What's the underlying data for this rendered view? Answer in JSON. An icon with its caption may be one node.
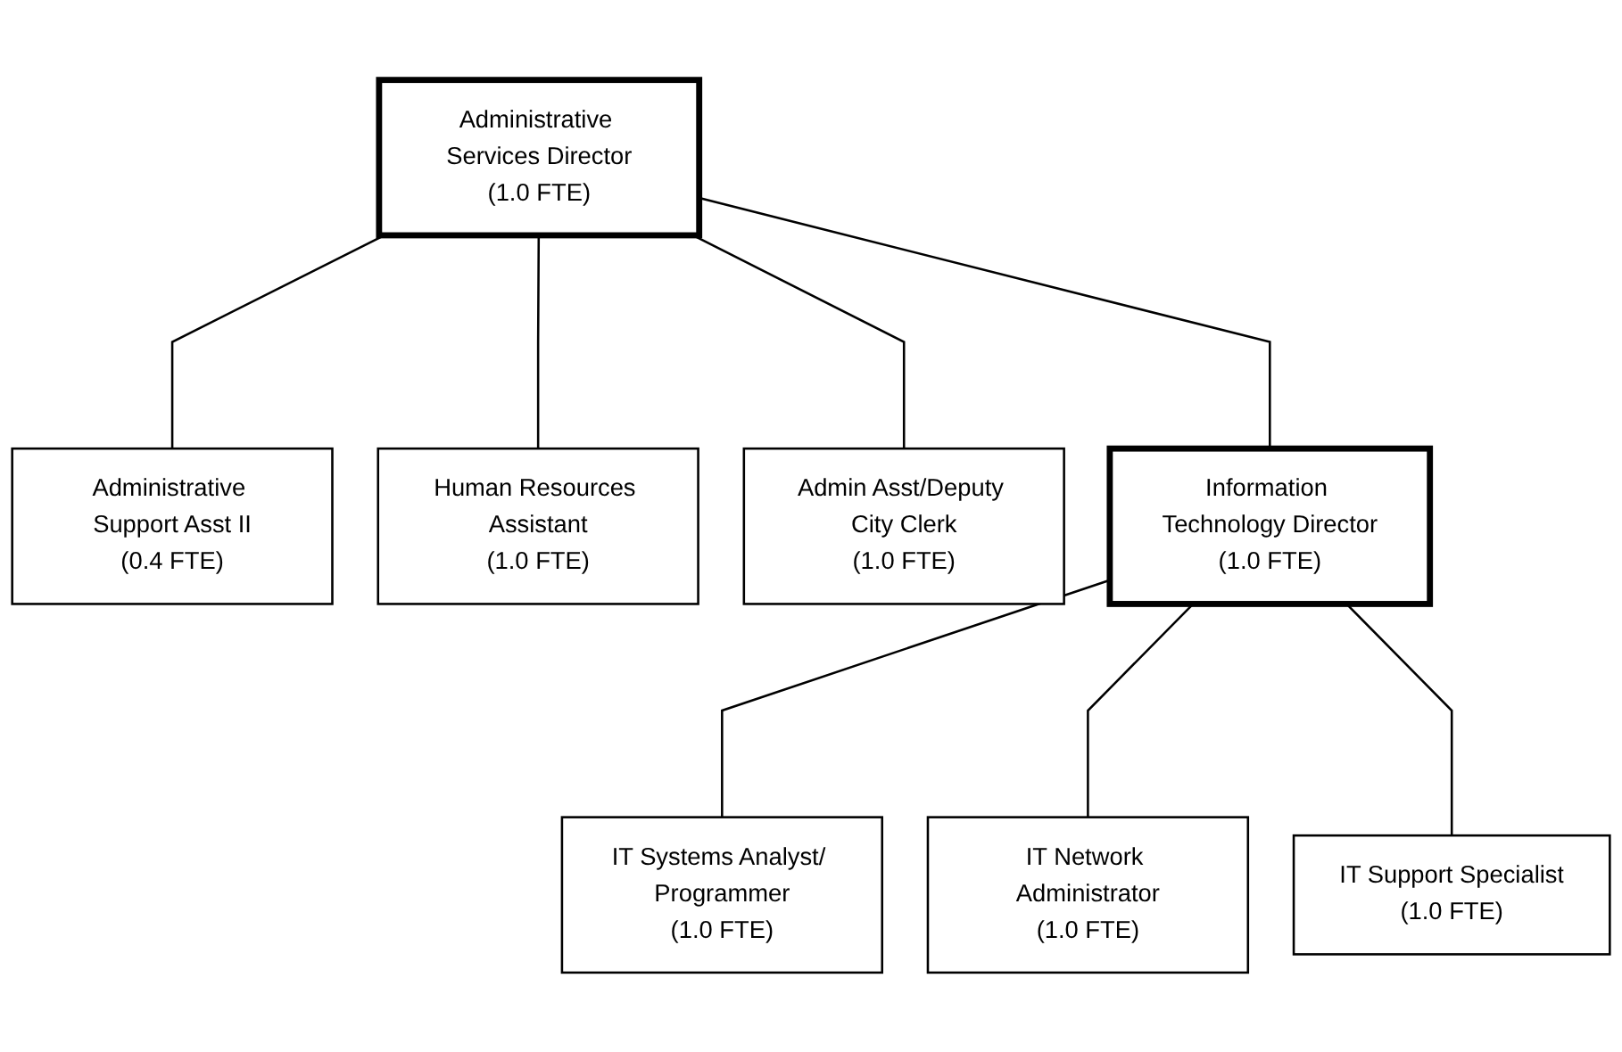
{
  "diagram": {
    "nodes": [
      {
        "text": [
          "Administrative Services Director",
          "(1.0 FTE)"
        ]
      },
      {
        "text": [
          "Administrative Support Asst II",
          "(0.4 FTE)"
        ]
      },
      {
        "text": [
          "Human Resources Assistant",
          "(1.0 FTE)"
        ]
      },
      {
        "text": [
          "Admin Asst/Deputy City Clerk",
          "(1.0 FTE)"
        ]
      },
      {
        "text": [
          "Information Technology Director",
          "(1.0 FTE)"
        ]
      },
      {
        "text": [
          "IT Systems Analyst/ Programmer",
          "(1.0 FTE)"
        ]
      },
      {
        "text": [
          "IT Network Administrator",
          "(1.0 FTE)"
        ]
      },
      {
        "text": [
          "IT Support Specialist",
          "(1.0 FTE)"
        ]
      }
    ],
    "edges": [
      {
        "from": 0,
        "to": 1,
        "arrow": "none"
      },
      {
        "from": 0,
        "to": 2,
        "arrow": "none"
      },
      {
        "from": 0,
        "to": 3,
        "arrow": "none"
      },
      {
        "from": 0,
        "to": 4,
        "arrow": "none"
      },
      {
        "from": 4,
        "to": 5,
        "arrow": "none"
      },
      {
        "from": 4,
        "to": 6,
        "arrow": "none"
      },
      {
        "from": 4,
        "to": 7,
        "arrow": "none"
      }
    ]
  }
}
